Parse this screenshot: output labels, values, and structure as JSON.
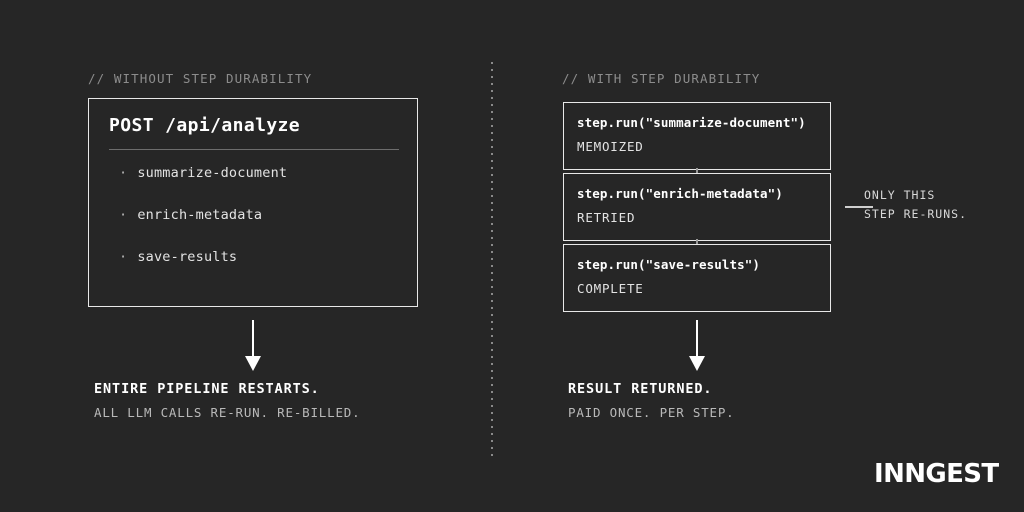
{
  "theme": {
    "background": "#262626",
    "border": "#e8e8e8",
    "text_primary": "#ffffff",
    "text_secondary": "#b9b9b9",
    "text_muted": "#8c8c8c",
    "divider": "#6d6d6d"
  },
  "left_panel": {
    "header": "// WITHOUT STEP DURABILITY",
    "card": {
      "title": "POST /api/analyze",
      "items": [
        {
          "bullet": "·",
          "label": "summarize-document"
        },
        {
          "bullet": "·",
          "label": "enrich-metadata"
        },
        {
          "bullet": "·",
          "label": "save-results"
        }
      ]
    },
    "caption": {
      "primary": "ENTIRE PIPELINE RESTARTS.",
      "secondary": "ALL LLM CALLS RE-RUN. RE-BILLED."
    }
  },
  "right_panel": {
    "header": "// WITH STEP DURABILITY",
    "steps": [
      {
        "call": "step.run(\"summarize-document\")",
        "status": "MEMOIZED"
      },
      {
        "call": "step.run(\"enrich-metadata\")",
        "status": "RETRIED"
      },
      {
        "call": "step.run(\"save-results\")",
        "status": "COMPLETE"
      }
    ],
    "callout": {
      "line1": "ONLY THIS",
      "line2": "STEP RE-RUNS."
    },
    "caption": {
      "primary": "RESULT RETURNED.",
      "secondary": "PAID ONCE. PER STEP."
    }
  },
  "logo": {
    "text": "INNGEST"
  }
}
